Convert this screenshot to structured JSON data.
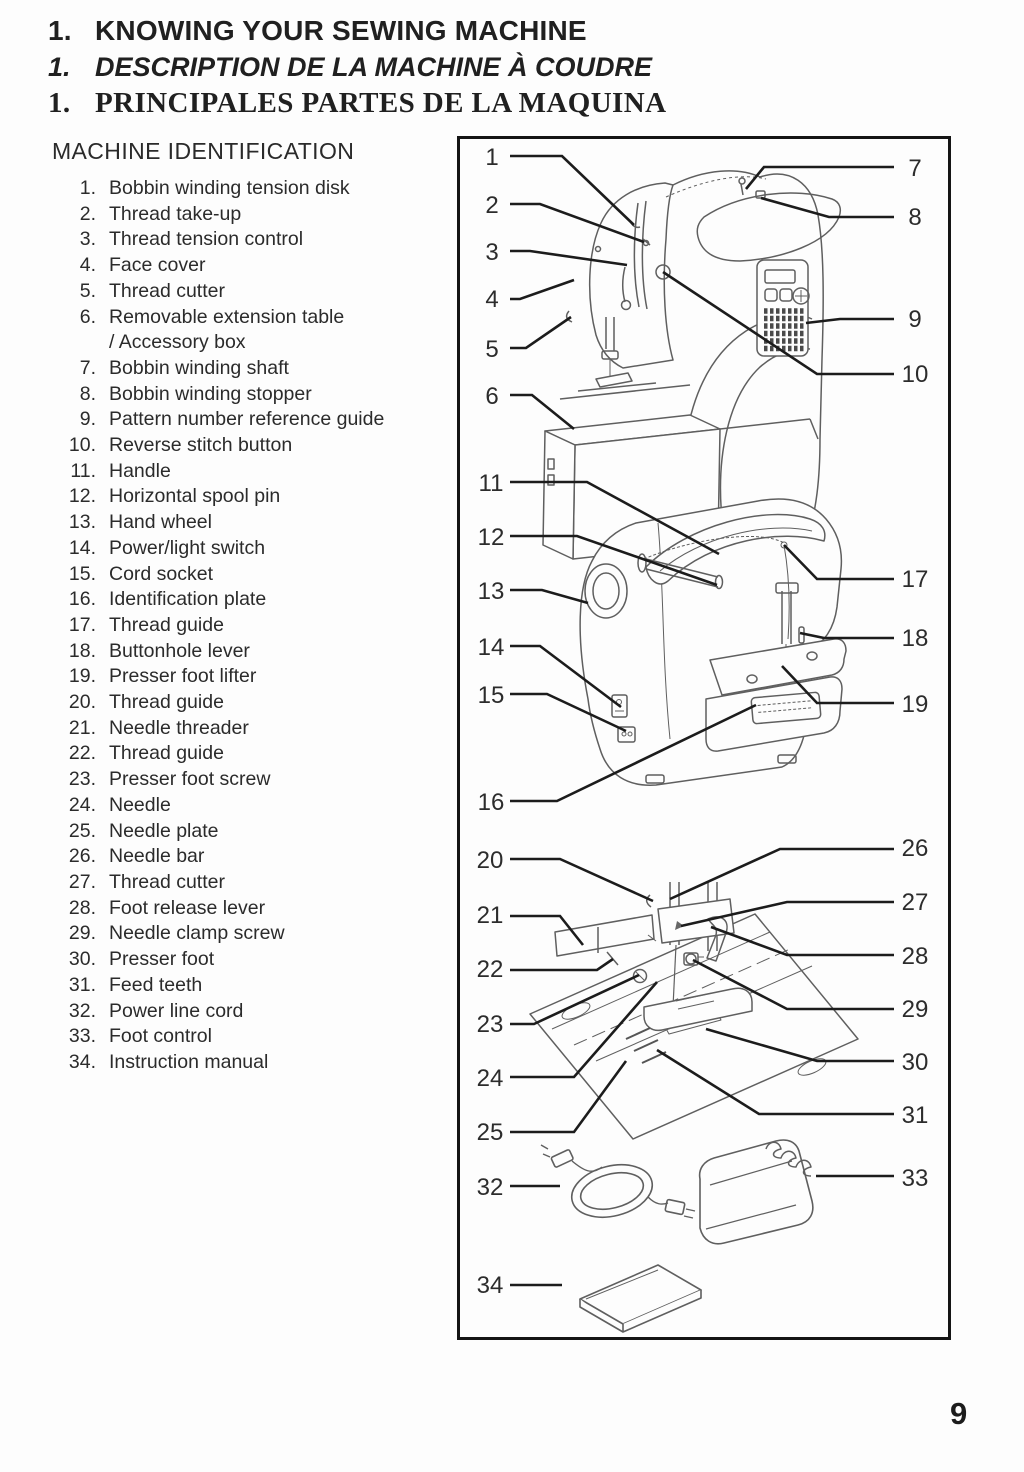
{
  "headings": [
    {
      "number": "1.",
      "text": "KNOWING YOUR SEWING MACHINE"
    },
    {
      "number": "1.",
      "text": "DESCRIPTION DE LA MACHINE À COUDRE"
    },
    {
      "number": "1.",
      "text": "PRINCIPALES PARTES DE LA MAQUINA"
    }
  ],
  "section_title": "MACHINE IDENTIFICATION",
  "parts_list": [
    {
      "num": "1.",
      "label": "Bobbin winding tension disk"
    },
    {
      "num": "2.",
      "label": "Thread take-up"
    },
    {
      "num": "3.",
      "label": "Thread tension control"
    },
    {
      "num": "4.",
      "label": "Face cover"
    },
    {
      "num": "5.",
      "label": "Thread cutter"
    },
    {
      "num": "6.",
      "label": "Removable extension table",
      "label2": "/ Accessory box"
    },
    {
      "num": "7.",
      "label": "Bobbin winding shaft"
    },
    {
      "num": "8.",
      "label": "Bobbin winding stopper"
    },
    {
      "num": "9.",
      "label": "Pattern number reference guide"
    },
    {
      "num": "10.",
      "label": "Reverse stitch button"
    },
    {
      "num": "11.",
      "label": "Handle"
    },
    {
      "num": "12.",
      "label": "Horizontal spool pin"
    },
    {
      "num": "13.",
      "label": "Hand wheel"
    },
    {
      "num": "14.",
      "label": "Power/light switch"
    },
    {
      "num": "15.",
      "label": "Cord socket"
    },
    {
      "num": "16.",
      "label": "Identification plate"
    },
    {
      "num": "17.",
      "label": "Thread guide"
    },
    {
      "num": "18.",
      "label": "Buttonhole lever"
    },
    {
      "num": "19.",
      "label": "Presser foot lifter"
    },
    {
      "num": "20.",
      "label": "Thread guide"
    },
    {
      "num": "21.",
      "label": "Needle threader"
    },
    {
      "num": "22.",
      "label": "Thread guide"
    },
    {
      "num": "23.",
      "label": "Presser foot screw"
    },
    {
      "num": "24.",
      "label": "Needle"
    },
    {
      "num": "25.",
      "label": "Needle plate"
    },
    {
      "num": "26.",
      "label": "Needle bar"
    },
    {
      "num": "27.",
      "label": "Thread cutter"
    },
    {
      "num": "28.",
      "label": "Foot release lever"
    },
    {
      "num": "29.",
      "label": "Needle clamp screw"
    },
    {
      "num": "30.",
      "label": "Presser foot"
    },
    {
      "num": "31.",
      "label": "Feed teeth"
    },
    {
      "num": "32.",
      "label": "Power line cord"
    },
    {
      "num": "33.",
      "label": "Foot control"
    },
    {
      "num": "34.",
      "label": "Instruction manual"
    }
  ],
  "diagram": {
    "callouts": [
      "1",
      "2",
      "3",
      "4",
      "5",
      "6",
      "7",
      "8",
      "9",
      "10",
      "11",
      "12",
      "13",
      "14",
      "15",
      "16",
      "17",
      "18",
      "19",
      "20",
      "21",
      "22",
      "23",
      "24",
      "25",
      "26",
      "27",
      "28",
      "29",
      "30",
      "31",
      "32",
      "33",
      "34"
    ]
  },
  "page_number": "9"
}
